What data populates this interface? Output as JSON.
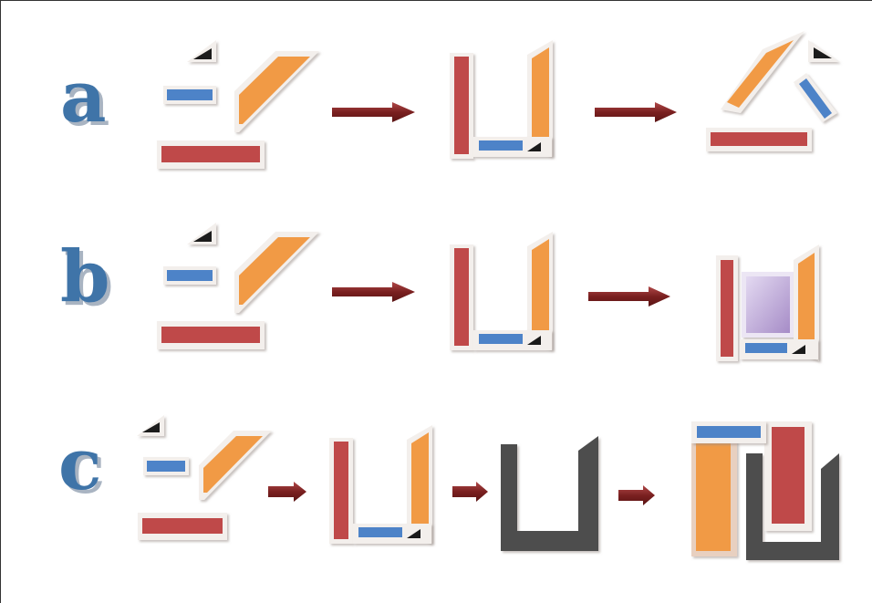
{
  "rows": [
    {
      "label": "a"
    },
    {
      "label": "b"
    },
    {
      "label": "c"
    }
  ],
  "colors": {
    "red_plate": "#bf4a4a",
    "orange_plate": "#f19a45",
    "blue_plate": "#4d83c8",
    "triangle": "#1a1a1a",
    "dark_channel": "#4d4d4d",
    "violet_block": "#c8b8e0",
    "arrow": "#8a2b2b",
    "outline": "#f3efec",
    "label": "#3f74a8"
  }
}
